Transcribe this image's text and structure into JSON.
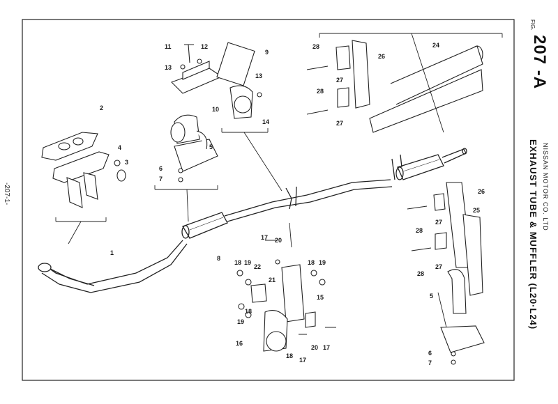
{
  "figure": {
    "fig_label": "FIG.",
    "number": "207 -A",
    "title": "EXHAUST TUBE & MUFFLER (L20·L24)",
    "maker": "NISSAN MOTOR CO. LTD",
    "page_number": "-207-1-"
  },
  "callouts": [
    "1",
    "2",
    "3",
    "4",
    "5",
    "6",
    "7",
    "8",
    "9",
    "10",
    "11",
    "12",
    "13",
    "14",
    "15",
    "16",
    "17",
    "18",
    "19",
    "20",
    "21",
    "22",
    "24",
    "25",
    "26",
    "27",
    "28"
  ]
}
